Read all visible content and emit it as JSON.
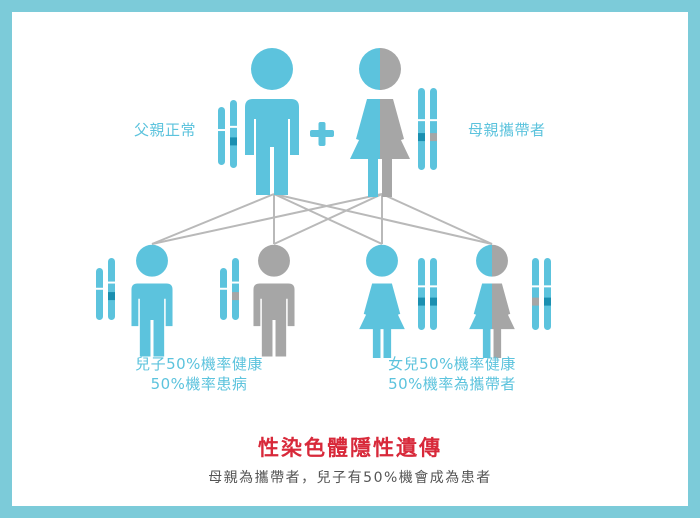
{
  "colors": {
    "border": "#7ccbd9",
    "normal": "#5cc3dd",
    "carrier_gray": "#a6a6a6",
    "gene_normal": "#1a8fb0",
    "gene_carrier": "#a6a6a6",
    "connector": "#b9b9b9",
    "title": "#d8293a"
  },
  "parents": {
    "father_label": "父親正常",
    "mother_label": "母親攜帶者",
    "plus_symbol": "+"
  },
  "children": {
    "son_caption_line1": "兒子50%機率健康",
    "son_caption_line2": "50%機率患病",
    "daughter_caption_line1": "女兒50%機率健康",
    "daughter_caption_line2": "50%機率為攜帶者"
  },
  "title": "性染色體隱性遺傳",
  "subtitle": "母親為攜帶者，兒子有50%機會成為患者"
}
